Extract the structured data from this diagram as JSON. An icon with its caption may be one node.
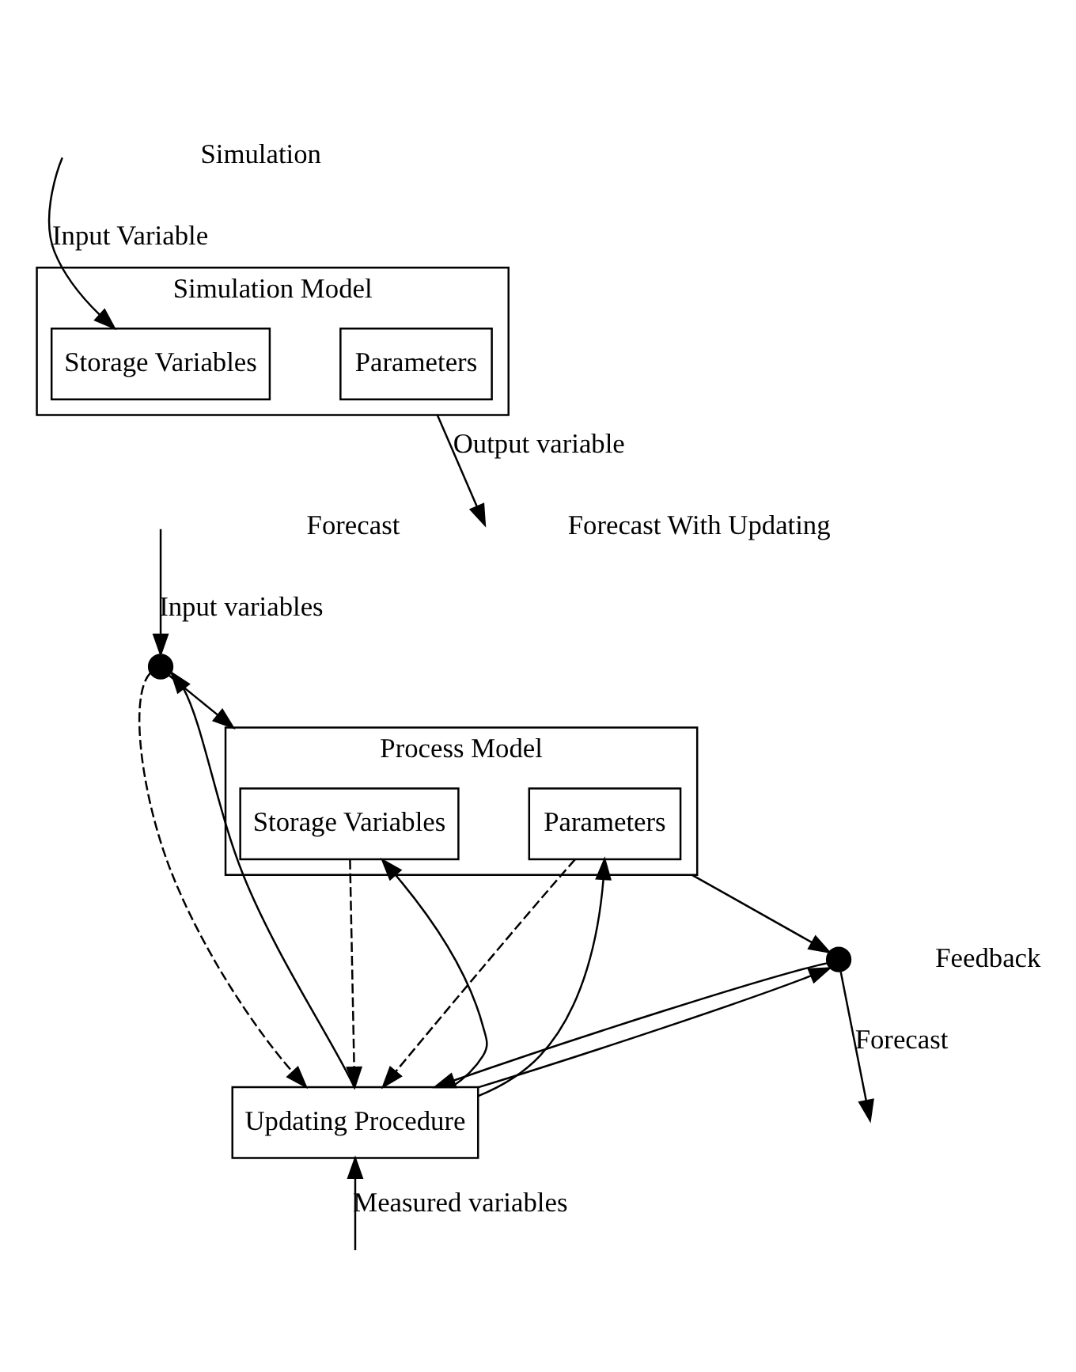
{
  "diagram": {
    "nodes": [
      {
        "text": [
          "Simulation Model"
        ]
      },
      {
        "text": [
          "Storage Variables"
        ],
        "in": 0
      },
      {
        "text": [
          "Parameters"
        ],
        "in": 0
      },
      {
        "text": [],
        "shape": "circle"
      },
      {
        "text": [
          "Process Model"
        ]
      },
      {
        "text": [
          "Storage Variables"
        ],
        "in": 4
      },
      {
        "text": [
          "Parameters"
        ],
        "in": 4
      },
      {
        "text": [],
        "shape": "circle"
      },
      {
        "text": [
          "Updating Procedure"
        ]
      }
    ],
    "edges": [
      {
        "from": null,
        "to": 1,
        "arrow": "to",
        "label": "Input Variable"
      },
      {
        "from": 0,
        "to": null,
        "arrow": "to",
        "label": "Output variable"
      },
      {
        "from": null,
        "to": 3,
        "arrow": "to",
        "label": "Input variables"
      },
      {
        "from": 3,
        "to": 4,
        "arrow": "to"
      },
      {
        "from": 3,
        "to": 8,
        "arrow": "to",
        "style": "dashed"
      },
      {
        "from": 5,
        "to": 8,
        "arrow": "to",
        "style": "dashed"
      },
      {
        "from": 6,
        "to": 8,
        "arrow": "to",
        "style": "dashed"
      },
      {
        "from": 4,
        "to": 7,
        "arrow": "to"
      },
      {
        "from": 7,
        "to": null,
        "arrow": "to",
        "label": "Forecast"
      },
      {
        "from": 7,
        "to": 8,
        "arrow": "to"
      },
      {
        "from": 8,
        "to": 3,
        "arrow": "to"
      },
      {
        "from": 8,
        "to": 5,
        "arrow": "to"
      },
      {
        "from": 8,
        "to": 6,
        "arrow": "to"
      },
      {
        "from": 8,
        "to": 7,
        "arrow": "to"
      },
      {
        "from": null,
        "to": 8,
        "arrow": "to",
        "label": "Measured variables"
      }
    ],
    "labels": [
      "Simulation",
      "Forecast",
      "Forecast With Updating",
      "Feedback"
    ]
  }
}
